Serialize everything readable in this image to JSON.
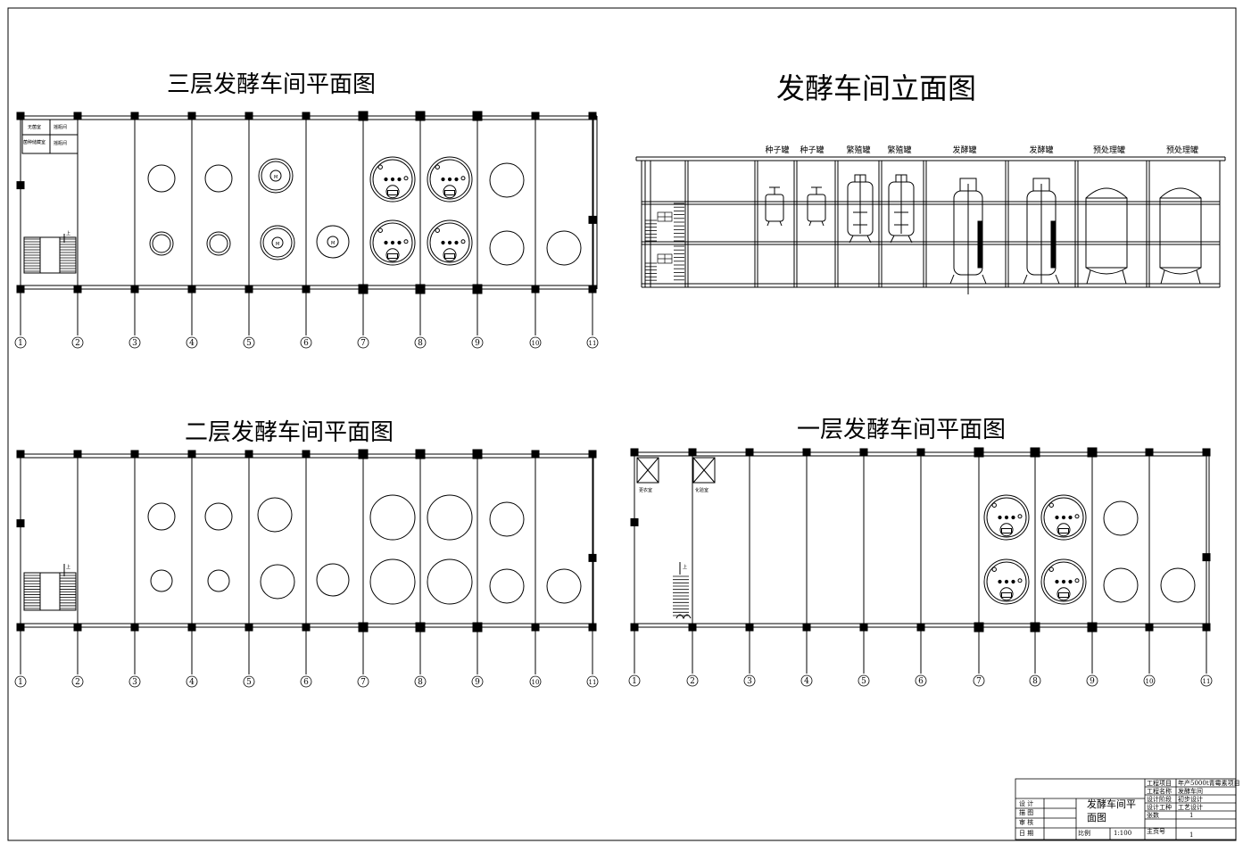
{
  "titles": {
    "floor3": "三层发酵车间平面图",
    "elevation": "发酵车间立面图",
    "floor2": "二层发酵车间平面图",
    "floor1": "一层发酵车间平面图"
  },
  "axis_labels": [
    "1",
    "2",
    "3",
    "4",
    "5",
    "6",
    "7",
    "8",
    "9",
    "10",
    "11"
  ],
  "floor3_rooms": [
    "无菌室",
    "摇瓶间",
    "菌种储藏室",
    "摇瓶间"
  ],
  "floor1_rooms": [
    "更衣室",
    "化验室"
  ],
  "stair_label": "上",
  "motor_symbol": "M",
  "elevation_labels": [
    "种子罐",
    "种子罐",
    "繁殖罐",
    "繁殖罐",
    "发酵罐",
    "发酵罐",
    "预处理罐",
    "预处理罐"
  ],
  "title_block": {
    "project_item_label": "工程项目",
    "project_item": "年产5000t青霉素项目",
    "project_name_label": "工程名称",
    "project_name": "发酵车间",
    "design_stage_label": "设计阶段",
    "design_stage": "初步设计",
    "discipline_label": "设计工种",
    "discipline": "工艺设计",
    "sheets_label": "张数",
    "sheets": "1",
    "sheet_no_label": "主页号",
    "sheet_no": "1",
    "design_label": "设 计",
    "drawing_label": "描 图",
    "review_label": "审 核",
    "date_label": "日 期",
    "drawing_title": "发酵车间平面图",
    "scale_label": "比例",
    "scale": "1:100"
  }
}
